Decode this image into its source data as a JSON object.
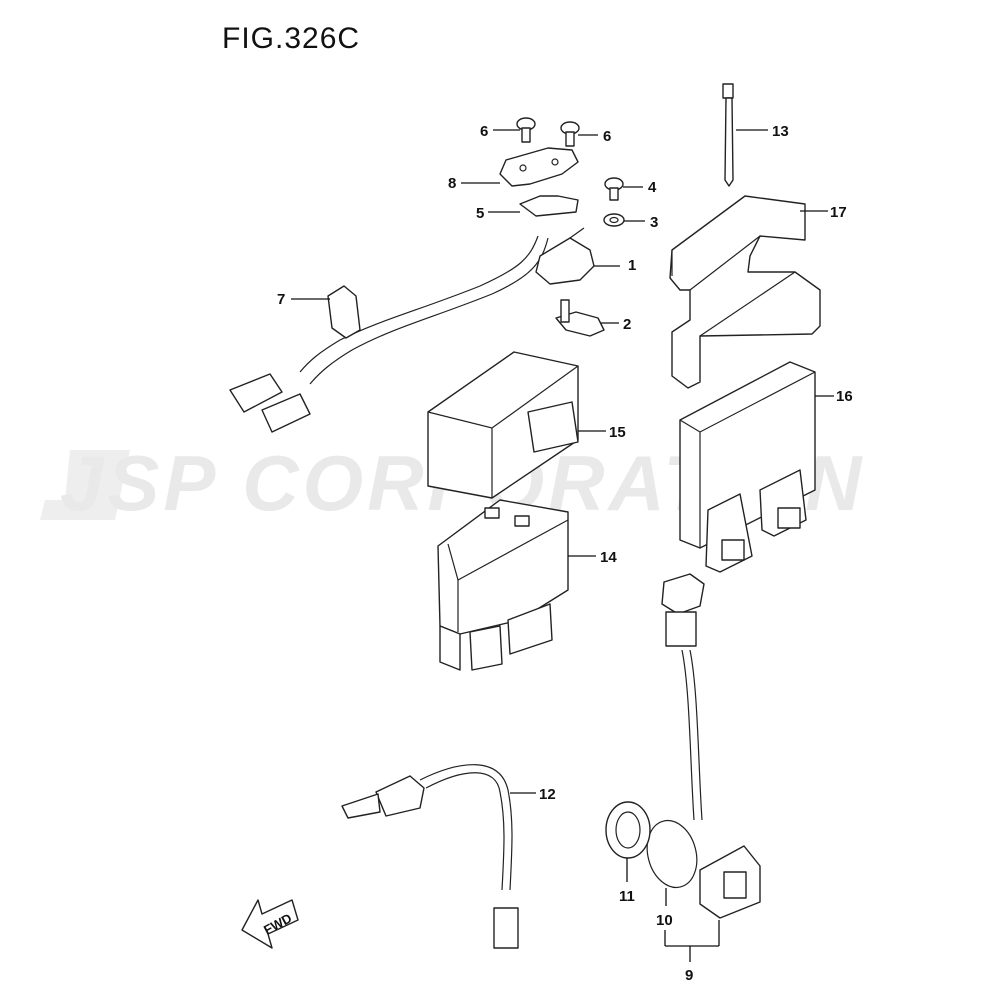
{
  "figure": {
    "title": "FIG.326C"
  },
  "watermark": {
    "text": "JSP CORPORATION"
  },
  "fwd_arrow": {
    "label": "FWD"
  },
  "callouts": {
    "c1": "1",
    "c2": "2",
    "c3": "3",
    "c4": "4",
    "c5": "5",
    "c6a": "6",
    "c6b": "6",
    "c7": "7",
    "c8": "8",
    "c9": "9",
    "c10": "10",
    "c11": "11",
    "c12": "12",
    "c13": "13",
    "c14": "14",
    "c15": "15",
    "c16": "16",
    "c17": "17"
  },
  "icons": {
    "watermark_logo": "jsp-logo-icon",
    "fwd": "fwd-arrow-icon"
  }
}
